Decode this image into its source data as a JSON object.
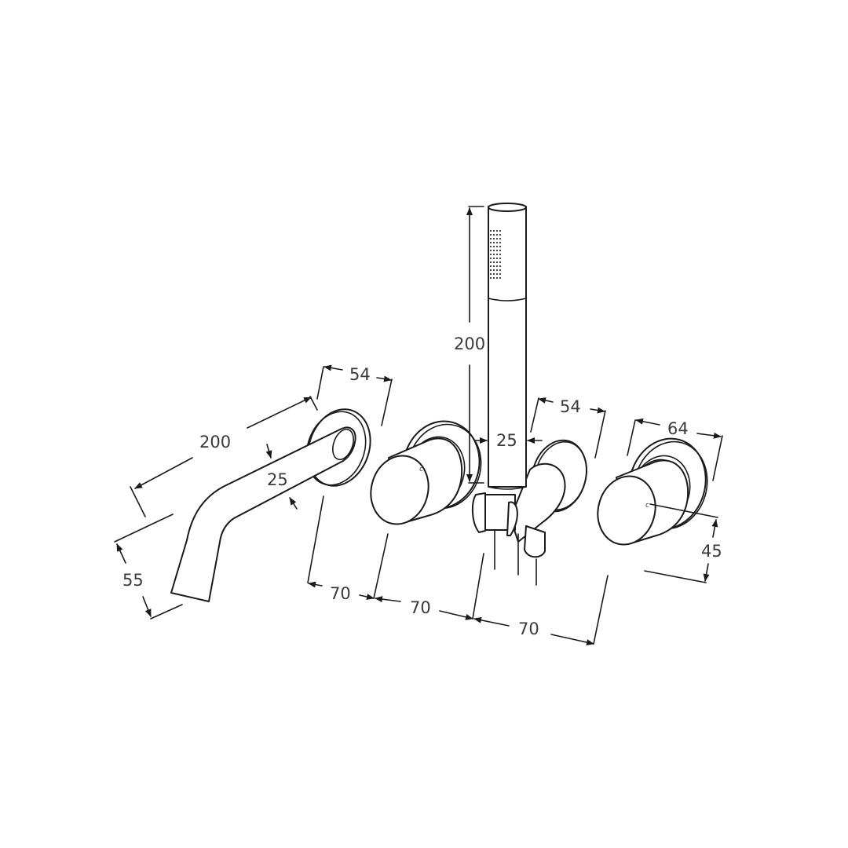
{
  "drawing": {
    "title": "Wall-mounted bath mixer set — dimension drawing",
    "line_color": "#1a1a1a",
    "text_color": "#3a3a3a",
    "background": "#ffffff"
  },
  "dimensions": {
    "spout_length": "200",
    "spout_diameter": "25",
    "spout_drop": "55",
    "spout_rosette": "54",
    "spacing_1": "70",
    "spacing_2": "70",
    "spacing_3": "70",
    "handshower_length": "200",
    "handshower_diameter": "25",
    "holder_rosette": "54",
    "valve_rosette": "64",
    "valve_projection": "45"
  },
  "components": [
    {
      "name": "spout"
    },
    {
      "name": "left-valve-handle"
    },
    {
      "name": "handshower"
    },
    {
      "name": "shower-holder-wall-outlet"
    },
    {
      "name": "right-valve-handle"
    }
  ]
}
